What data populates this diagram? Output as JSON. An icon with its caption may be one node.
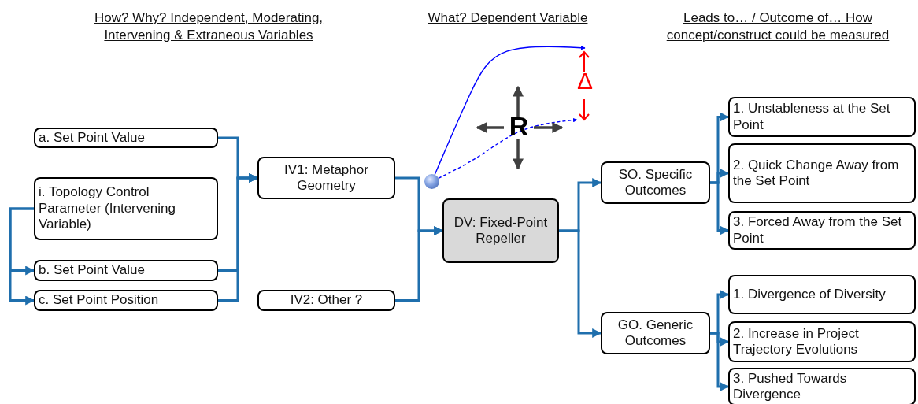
{
  "diagram": {
    "nodes": [
      {
        "text": [
          "a. Set Point Value"
        ]
      },
      {
        "text": [
          "i. Topology Control Parameter (Intervening Variable)"
        ]
      },
      {
        "text": [
          "b. Set Point Value"
        ]
      },
      {
        "text": [
          "c. Set Point Position"
        ]
      },
      {
        "text": [
          "IV1: Metaphor Geometry"
        ]
      },
      {
        "text": [
          "IV2: Other ?"
        ]
      },
      {
        "text": [
          "DV: Fixed-Point Repeller"
        ]
      },
      {
        "text": [
          "SO. Specific Outcomes"
        ]
      },
      {
        "text": [
          "GO. Generic Outcomes"
        ]
      },
      {
        "text": [
          "1. Unstableness at the Set Point"
        ]
      },
      {
        "text": [
          "2. Quick Change Away from the Set Point"
        ]
      },
      {
        "text": [
          "3. Forced Away from the Set Point"
        ]
      },
      {
        "text": [
          "1. Divergence of Diversity"
        ]
      },
      {
        "text": [
          "2. Increase in Project Trajectory Evolutions"
        ]
      },
      {
        "text": [
          "3. Pushed Towards Divergence"
        ]
      },
      {
        "text": [],
        "shape": "circle"
      }
    ],
    "edges": [
      {
        "from": 0,
        "to": 4,
        "arrow": "to"
      },
      {
        "from": 2,
        "to": 4,
        "arrow": "to"
      },
      {
        "from": 3,
        "to": 4,
        "arrow": "to"
      },
      {
        "from": 1,
        "to": 2,
        "arrow": "to"
      },
      {
        "from": 1,
        "to": 3,
        "arrow": "to"
      },
      {
        "from": 4,
        "to": 6,
        "arrow": "to"
      },
      {
        "from": 5,
        "to": 6,
        "arrow": "to"
      },
      {
        "from": 6,
        "to": 7,
        "arrow": "to"
      },
      {
        "from": 6,
        "to": 8,
        "arrow": "to"
      },
      {
        "from": 7,
        "to": 9,
        "arrow": "to"
      },
      {
        "from": 7,
        "to": 10,
        "arrow": "to"
      },
      {
        "from": 7,
        "to": 11,
        "arrow": "to"
      },
      {
        "from": 8,
        "to": 12,
        "arrow": "to"
      },
      {
        "from": 8,
        "to": 13,
        "arrow": "to"
      },
      {
        "from": 8,
        "to": 14,
        "arrow": "to"
      },
      {
        "from": 15,
        "to": null,
        "arrow": "to",
        "color": "#0000ff"
      },
      {
        "from": 15,
        "to": null,
        "arrow": "to",
        "style": "dashed",
        "color": "#0000ff"
      }
    ],
    "labels": [
      "How? Why? Independent, Moderating, Intervening & Extraneous Variables",
      "What? Dependent Variable",
      "Leads to… / Outcome of… How concept/construct could be measured",
      "R",
      "Δ"
    ]
  }
}
